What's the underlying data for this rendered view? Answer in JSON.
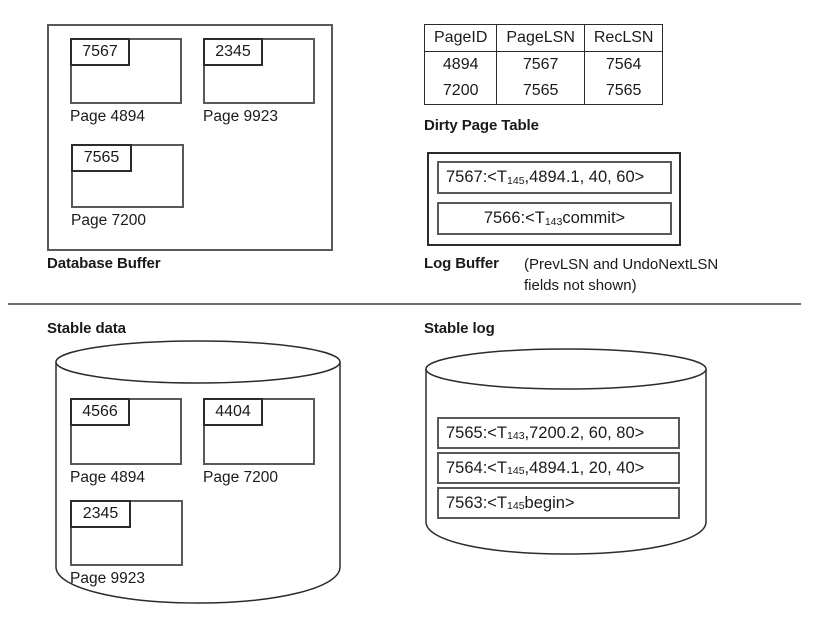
{
  "database_buffer": {
    "label": "Database Buffer",
    "pages": [
      {
        "lsn": "7567",
        "caption": "Page 4894"
      },
      {
        "lsn": "2345",
        "caption": "Page 9923"
      },
      {
        "lsn": "7565",
        "caption": "Page 7200"
      }
    ]
  },
  "dirty_page_table": {
    "label": "Dirty Page Table",
    "columns": [
      "PageID",
      "PageLSN",
      "RecLSN"
    ],
    "rows": [
      [
        "4894",
        "7567",
        "7564"
      ],
      [
        "7200",
        "7565",
        "7565"
      ]
    ]
  },
  "log_buffer": {
    "label": "Log Buffer",
    "note_line1": "(PrevLSN and UndoNextLSN",
    "note_line2": "fields not shown)",
    "entries": [
      {
        "lsn": "7567:",
        "open": " <T",
        "txn": "145",
        "rest": ",4894.1, 40, 60>"
      },
      {
        "lsn": "7566:",
        "open": " <T",
        "txn": "143",
        "rest": " commit>"
      }
    ]
  },
  "stable_data": {
    "label": "Stable data",
    "pages": [
      {
        "lsn": "4566",
        "caption": "Page 4894"
      },
      {
        "lsn": "4404",
        "caption": "Page 7200"
      },
      {
        "lsn": "2345",
        "caption": "Page 9923"
      }
    ]
  },
  "stable_log": {
    "label": "Stable log",
    "entries": [
      {
        "lsn": "7565:",
        "open": " <T",
        "txn": "143",
        "rest": ",7200.2, 60, 80>"
      },
      {
        "lsn": "7564:",
        "open": " <T",
        "txn": "145",
        "rest": ",4894.1, 20, 40>"
      },
      {
        "lsn": "7563:",
        "open": " <T",
        "txn": "145",
        "rest": " begin>"
      }
    ]
  },
  "colors": {
    "stroke_gray": "#58595b",
    "stroke_dark": "#2b2b2b",
    "divider": "#6d6e71",
    "background": "#ffffff"
  }
}
